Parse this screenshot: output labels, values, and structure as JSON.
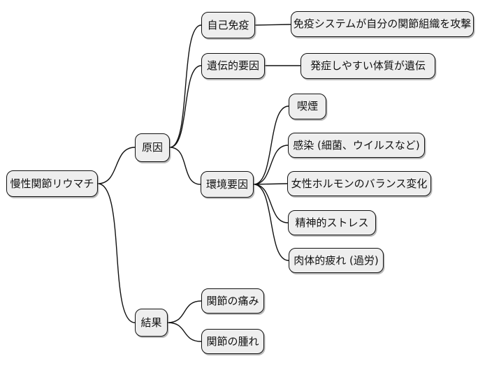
{
  "mindmap": {
    "root": {
      "label": "慢性関節リウマチ"
    },
    "branches": [
      {
        "label": "原因",
        "children": [
          {
            "label": "自己免疫",
            "children": [
              {
                "label": "免疫システムが自分の関節組織を攻撃"
              }
            ]
          },
          {
            "label": "遺伝的要因",
            "children": [
              {
                "label": "発症しやすい体質が遺伝"
              }
            ]
          },
          {
            "label": "環境要因",
            "children": [
              {
                "label": "喫煙"
              },
              {
                "label": "感染 (細菌、ウイルスなど)"
              },
              {
                "label": "女性ホルモンのバランス変化"
              },
              {
                "label": "精神的ストレス"
              },
              {
                "label": "肉体的疲れ (過労)"
              }
            ]
          }
        ]
      },
      {
        "label": "結果",
        "children": [
          {
            "label": "関節の痛み"
          },
          {
            "label": "関節の腫れ"
          }
        ]
      }
    ],
    "colors": {
      "node_fill": "#eeeeee",
      "node_border": "#111111",
      "edge_color": "#111111",
      "background": "#ffffff"
    }
  }
}
